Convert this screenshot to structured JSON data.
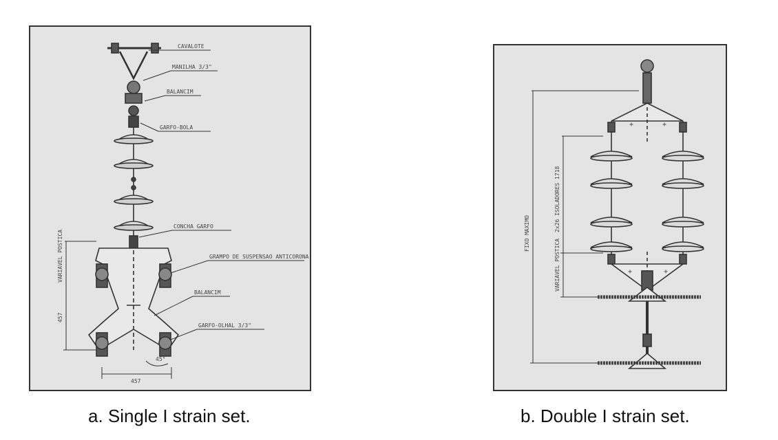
{
  "figures": [
    {
      "caption": "a. Single I strain set.",
      "labels": {
        "clevis": "CAVALOTE",
        "shackle": "MANILHA 3/3\"",
        "yoke_top": "BALANCIM",
        "ball_clevis": "GARFO-BOLA",
        "socket_clevis": "CONCHA GARFO",
        "suspension_clamp": "GRAMPO DE SUSPENSAO ANTICORONA",
        "yoke_mid": "BALANCIM",
        "eye_clevis": "GARFO-OLHAL 3/3\"",
        "dim_vertical": "457",
        "dim_horizontal": "457",
        "dim_side": "VARIAVEL POSTICA",
        "dim_angle": "45°"
      }
    },
    {
      "caption": "b. Double I strain set.",
      "labels": {
        "total_length": "FIXO MAXIMO",
        "insulators": "2x26 ISOLADORES 1718",
        "variable": "VARIAVEL POSTICA"
      }
    }
  ]
}
